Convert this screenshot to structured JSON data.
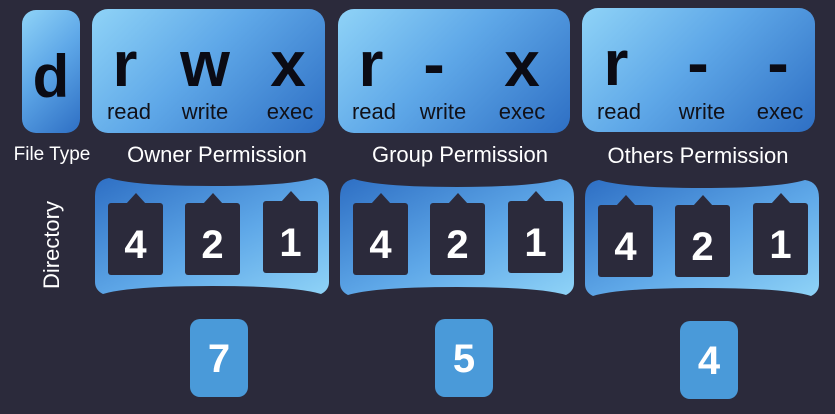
{
  "file_type": {
    "letter": "d",
    "label": "File Type",
    "value": "Directory"
  },
  "groups": [
    {
      "title": "Owner Permission",
      "permissions": [
        {
          "symbol": "r",
          "label": "read"
        },
        {
          "symbol": "w",
          "label": "write"
        },
        {
          "symbol": "x",
          "label": "exec"
        }
      ],
      "values": [
        "4",
        "2",
        "1"
      ],
      "total": "7"
    },
    {
      "title": "Group Permission",
      "permissions": [
        {
          "symbol": "r",
          "label": "read"
        },
        {
          "symbol": "-",
          "label": "write"
        },
        {
          "symbol": "x",
          "label": "exec"
        }
      ],
      "values": [
        "4",
        "2",
        "1"
      ],
      "total": "5"
    },
    {
      "title": "Others Permission",
      "permissions": [
        {
          "symbol": "r",
          "label": "read"
        },
        {
          "symbol": "-",
          "label": "write"
        },
        {
          "symbol": "-",
          "label": "exec"
        }
      ],
      "values": [
        "4",
        "2",
        "1"
      ],
      "total": "4"
    }
  ],
  "colors": {
    "background": "#2b2a3b",
    "card_light": "#8fd3f7",
    "card_dark": "#2e6fc4",
    "result_box": "#4a9ad9"
  }
}
